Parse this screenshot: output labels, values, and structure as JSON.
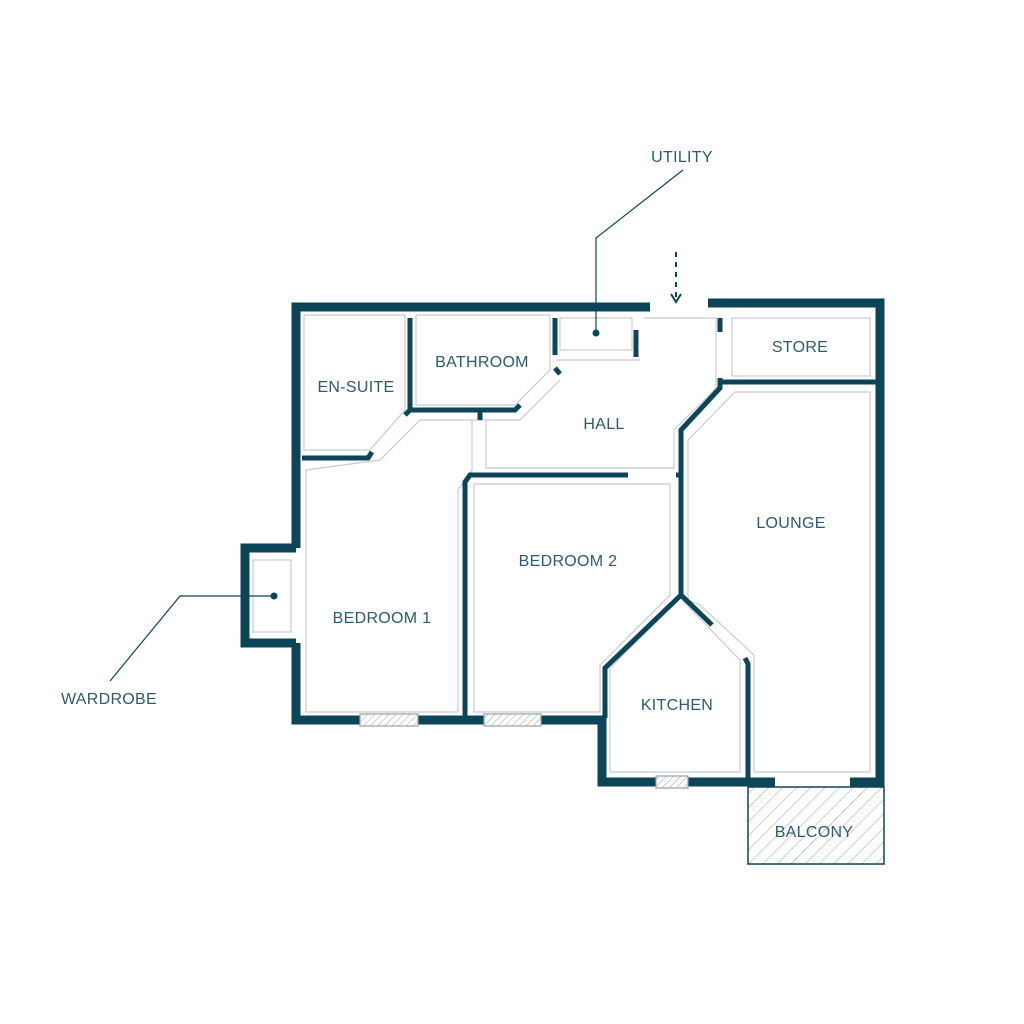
{
  "colors": {
    "wall": "#0c4558",
    "thin_line": "#c8ccce",
    "label": "#2d5a6e",
    "hatch": "#9aa3a7",
    "background": "#ffffff"
  },
  "rooms": {
    "en_suite": "EN-SUITE",
    "bathroom": "BATHROOM",
    "hall": "HALL",
    "store": "STORE",
    "lounge": "LOUNGE",
    "bedroom_1": "BEDROOM 1",
    "bedroom_2": "BEDROOM 2",
    "kitchen": "KITCHEN",
    "balcony": "BALCONY"
  },
  "callouts": {
    "utility": "UTILITY",
    "wardrobe": "WARDROBE"
  },
  "icons": {
    "entrance": "dashed-down-arrow-icon",
    "window": "hatched-window-icon"
  }
}
